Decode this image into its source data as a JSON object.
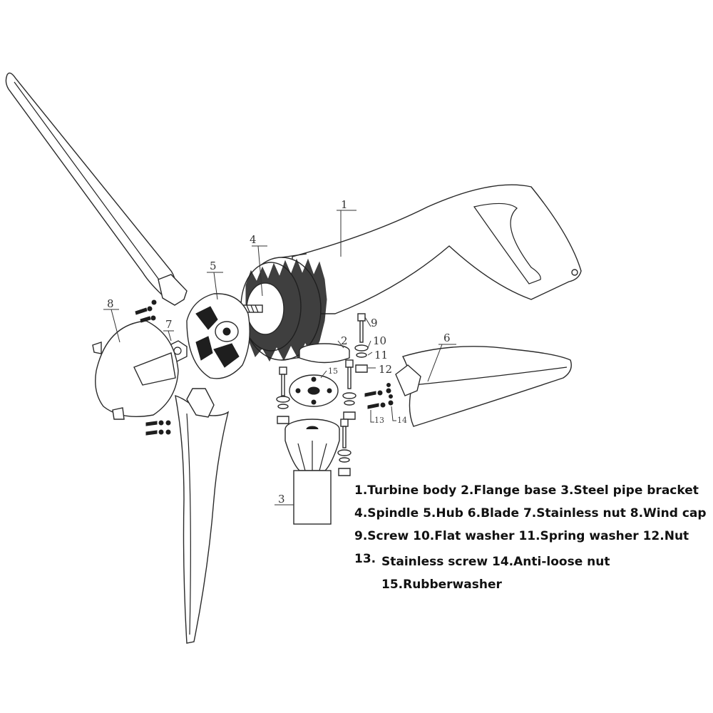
{
  "callouts": {
    "c1": "1",
    "c2": "2",
    "c3": "3",
    "c4": "4",
    "c5": "5",
    "c6": "6",
    "c7": "7",
    "c8": "8",
    "c9": "9",
    "c10": "10",
    "c11": "11",
    "c12": "12",
    "c13": "13",
    "c14": "14",
    "c15": "15"
  },
  "legend": {
    "line1": "1.Turbine body  2.Flange base 3.Steel pipe bracket",
    "line2": "4.Spindle  5.Hub  6.Blade 7.Stainless nut 8.Wind cap",
    "line3": "9.Screw  10.Flat washer  11.Spring washer  12.Nut",
    "line4_num": "13.",
    "line4_text": "Stainless screw 14.Anti-loose nut",
    "line5": "15.Rubberwasher"
  }
}
